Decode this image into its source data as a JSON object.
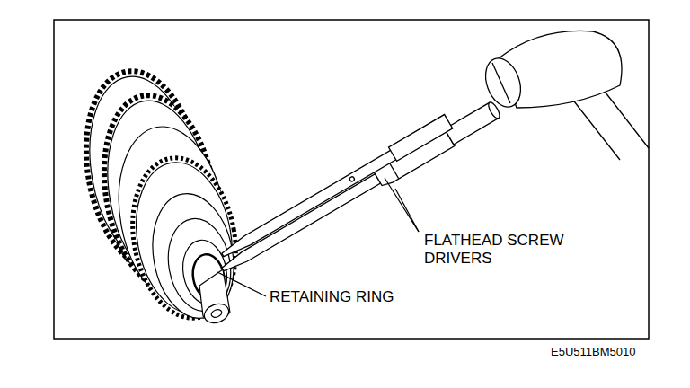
{
  "diagram": {
    "labels": [
      "FLATHEAD SCREW DRIVERS",
      "RETAINING RING",
      "E5U511BM5010"
    ]
  }
}
